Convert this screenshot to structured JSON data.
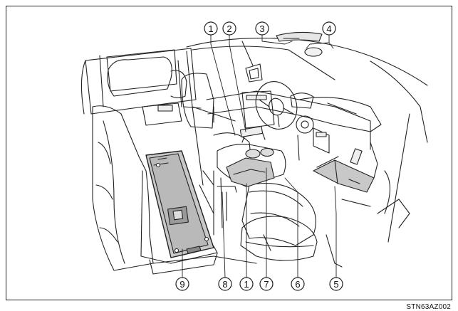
{
  "figure": {
    "code": "STN63AZ002"
  },
  "callouts": [
    {
      "id": "c1-top",
      "number": "1"
    },
    {
      "id": "c2-top",
      "number": "2"
    },
    {
      "id": "c3-top",
      "number": "3"
    },
    {
      "id": "c4-top",
      "number": "4"
    },
    {
      "id": "c9-bottom",
      "number": "9"
    },
    {
      "id": "c8-bottom",
      "number": "8"
    },
    {
      "id": "c1-bottom",
      "number": "1"
    },
    {
      "id": "c7-bottom",
      "number": "7"
    },
    {
      "id": "c6-bottom",
      "number": "6"
    },
    {
      "id": "c5-bottom",
      "number": "5"
    }
  ],
  "colors": {
    "line": "#222222",
    "shade": "#c8c8c8",
    "shade_dark": "#a9a9a9"
  }
}
